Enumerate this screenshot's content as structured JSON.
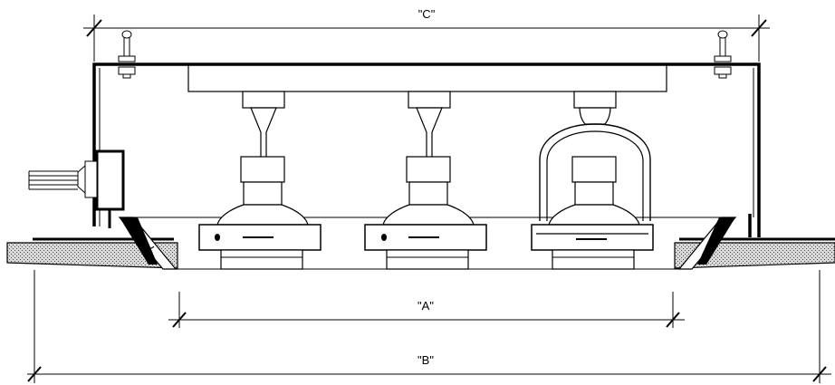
{
  "dimensions": {
    "a": {
      "label": "\"A\""
    },
    "b": {
      "label": "\"B\""
    },
    "c": {
      "label": "\"C\""
    }
  },
  "fixture": {
    "lamp_count": 3,
    "colors": {
      "ink": "#000000",
      "ceiling_hatch": "#9a9a9a",
      "background": "#ffffff"
    }
  }
}
